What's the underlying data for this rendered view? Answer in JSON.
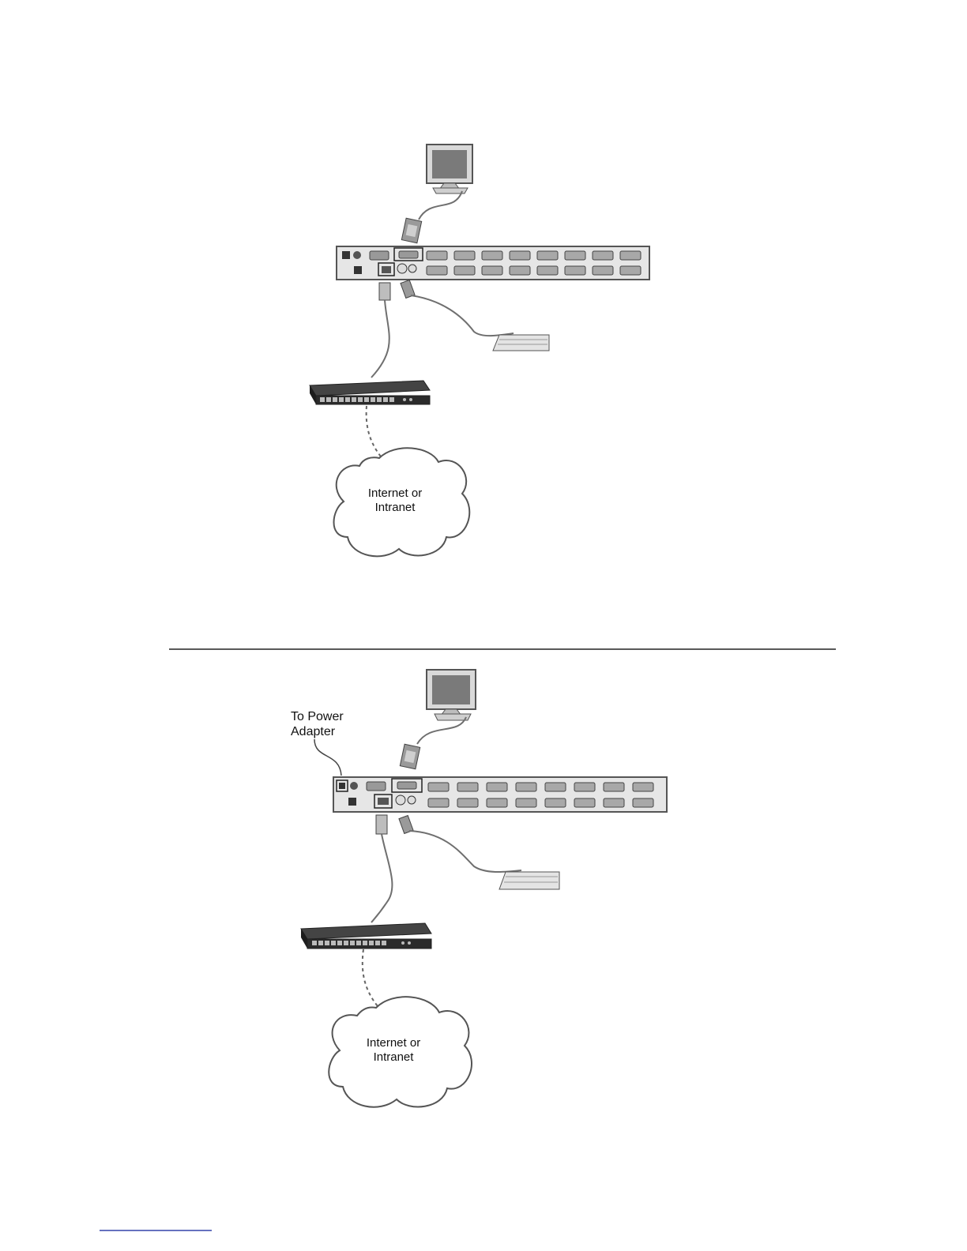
{
  "diagram_top": {
    "cloud_line1": "Internet or",
    "cloud_line2": "Intranet"
  },
  "diagram_bottom": {
    "power_label_line1": "To Power",
    "power_label_line2": "Adapter",
    "cloud_line1": "Internet or",
    "cloud_line2": "Intranet"
  },
  "colors": {
    "device_face": "#e6e6e6",
    "device_edge": "#555555",
    "switch_body": "#2b2b2b",
    "monitor_screen": "#7a7a7a",
    "cable": "#6f6f6f"
  }
}
